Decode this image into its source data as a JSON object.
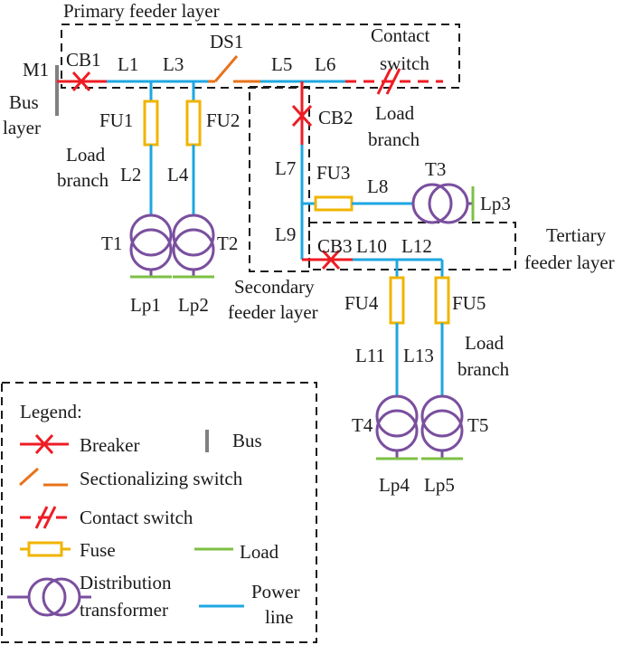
{
  "colors": {
    "breaker": "#ee1c24",
    "bus": "#808080",
    "switch": "#e8731a",
    "contact": "#ee1c24",
    "fuse": "#f0b400",
    "load": "#7cc043",
    "transformer": "#7a4f9e",
    "line": "#1ea7e1",
    "text": "#1a1a1a"
  },
  "zones": {
    "primary": "Primary feeder layer",
    "bus_1": "Bus",
    "bus_2": "layer",
    "secondary_1": "Secondary",
    "secondary_2": "feeder layer",
    "tertiary_1": "Tertiary",
    "tertiary_2": "feeder layer",
    "contact_1": "Contact",
    "contact_2": "switch"
  },
  "branches": {
    "upper_1": "Load",
    "upper_2": "branch",
    "left_1": "Load",
    "left_2": "branch",
    "right_1": "Load",
    "right_2": "branch"
  },
  "labels": {
    "M1": "M1",
    "CB1": "CB1",
    "CB2": "CB2",
    "CB3": "CB3",
    "DS1": "DS1",
    "L1": "L1",
    "L2": "L2",
    "L3": "L3",
    "L4": "L4",
    "L5": "L5",
    "L6": "L6",
    "L7": "L7",
    "L8": "L8",
    "L9": "L9",
    "L10": "L10",
    "L11": "L11",
    "L12": "L12",
    "L13": "L13",
    "FU1": "FU1",
    "FU2": "FU2",
    "FU3": "FU3",
    "FU4": "FU4",
    "FU5": "FU5",
    "T1": "T1",
    "T2": "T2",
    "T3": "T3",
    "T4": "T4",
    "T5": "T5",
    "Lp1": "Lp1",
    "Lp2": "Lp2",
    "Lp3": "Lp3",
    "Lp4": "Lp4",
    "Lp5": "Lp5"
  },
  "legend": {
    "title": "Legend:",
    "breaker": "Breaker",
    "bus": "Bus",
    "sectionalizing": "Sectionalizing switch",
    "contact": "Contact switch",
    "fuse": "Fuse",
    "load": "Load",
    "transformer_1": "Distribution",
    "transformer_2": "transformer",
    "line_1": "Power",
    "line_2": "line"
  }
}
